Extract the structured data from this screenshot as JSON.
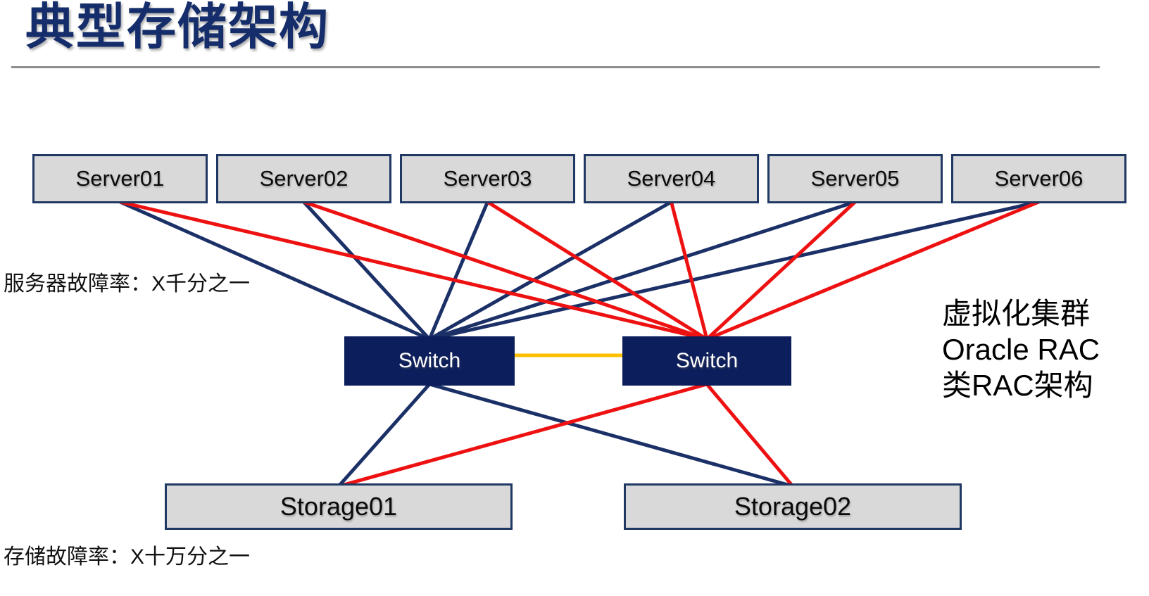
{
  "title": "典型存储架构",
  "notes": {
    "server_failure_rate": "服务器故障率：X千分之一",
    "storage_failure_rate": "存储故障率：X十万分之一",
    "right_annotation_lines": [
      "虚拟化集群",
      "Oracle RAC",
      "类RAC架构"
    ]
  },
  "diagram": {
    "servers": [
      {
        "id": "server01",
        "label": "Server01"
      },
      {
        "id": "server02",
        "label": "Server02"
      },
      {
        "id": "server03",
        "label": "Server03"
      },
      {
        "id": "server04",
        "label": "Server04"
      },
      {
        "id": "server05",
        "label": "Server05"
      },
      {
        "id": "server06",
        "label": "Server06"
      }
    ],
    "switches": [
      {
        "id": "switch-left",
        "label": "Switch"
      },
      {
        "id": "switch-right",
        "label": "Switch"
      }
    ],
    "storages": [
      {
        "id": "storage01",
        "label": "Storage01"
      },
      {
        "id": "storage02",
        "label": "Storage02"
      }
    ],
    "edges": [
      {
        "from": "server01",
        "to": "switch-left",
        "color": "navy"
      },
      {
        "from": "server02",
        "to": "switch-left",
        "color": "navy"
      },
      {
        "from": "server03",
        "to": "switch-left",
        "color": "navy"
      },
      {
        "from": "server04",
        "to": "switch-left",
        "color": "navy"
      },
      {
        "from": "server05",
        "to": "switch-left",
        "color": "navy"
      },
      {
        "from": "server06",
        "to": "switch-left",
        "color": "navy"
      },
      {
        "from": "switch-left",
        "to": "storage01",
        "color": "navy"
      },
      {
        "from": "switch-left",
        "to": "storage02",
        "color": "navy"
      },
      {
        "from": "server01",
        "to": "switch-right",
        "color": "red"
      },
      {
        "from": "server02",
        "to": "switch-right",
        "color": "red"
      },
      {
        "from": "server03",
        "to": "switch-right",
        "color": "red"
      },
      {
        "from": "server04",
        "to": "switch-right",
        "color": "red"
      },
      {
        "from": "server05",
        "to": "switch-right",
        "color": "red"
      },
      {
        "from": "server06",
        "to": "switch-right",
        "color": "red"
      },
      {
        "from": "switch-right",
        "to": "storage01",
        "color": "red"
      },
      {
        "from": "switch-right",
        "to": "storage02",
        "color": "red"
      },
      {
        "from": "switch-left",
        "to": "switch-right",
        "color": "gold"
      }
    ],
    "colors": {
      "navy": "#1b3067",
      "red": "#ee1111",
      "gold": "#ffc000"
    }
  }
}
